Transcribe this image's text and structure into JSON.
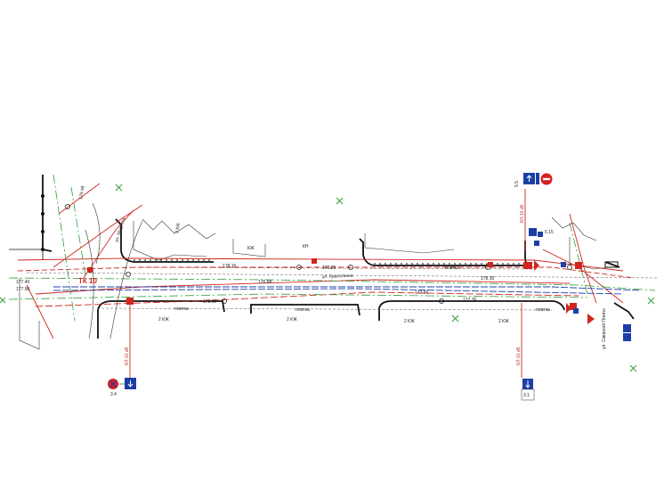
{
  "labels": {
    "zone_2kzh_a": "2 КЖ",
    "zone_2kzh_b": "2 КЖ",
    "zone_2kzh_c": "2 КЖ",
    "zone_2kzh_d": "2 КЖ",
    "zone_kn": "КН",
    "zone_2kzh_top": "2 КЖ",
    "zone_kzh_right": "КЖ",
    "pipe_top": "плитка",
    "pipe_bottom": "плитка",
    "pipe_mid": "плитка",
    "pipe_right": "плитка",
    "street_a": "ул. Модеста",
    "street_b": "ул. Красоткина",
    "street_c": "ул. Смирной Плиты",
    "tk_marker": "ТК 10",
    "elev_1": "177.40",
    "elev_2": "177.96",
    "elev_3": "178.16",
    "elev_4": "178.29",
    "elev_5": "177.36",
    "elev_6": "178.10",
    "elev_7": "179.48",
    "elev_8": "178.35",
    "elev_9": "176.88",
    "elev_10": "177.90",
    "sign_a_num": "3.4",
    "sign_b_num": "5.5",
    "sign_c_num": "3.1",
    "sign_d_num": "5.15",
    "cable_left": "КЛ-10 кВ",
    "cable_right": "КЛ-10 кВ",
    "cable_right_top": "КЛ-10 кВ"
  },
  "colors": {
    "red": "#d0261c",
    "green": "#2e9e3a",
    "blue": "#1f3fa8",
    "black": "#111111",
    "sign_blue": "#1c3fa6",
    "sign_red": "#d81e1e"
  },
  "icons": [
    "no-stopping-sign-icon",
    "one-way-sign-icon",
    "no-entry-sign-icon",
    "pedestrian-crossing-sign-icon",
    "survey-cross-icon"
  ]
}
